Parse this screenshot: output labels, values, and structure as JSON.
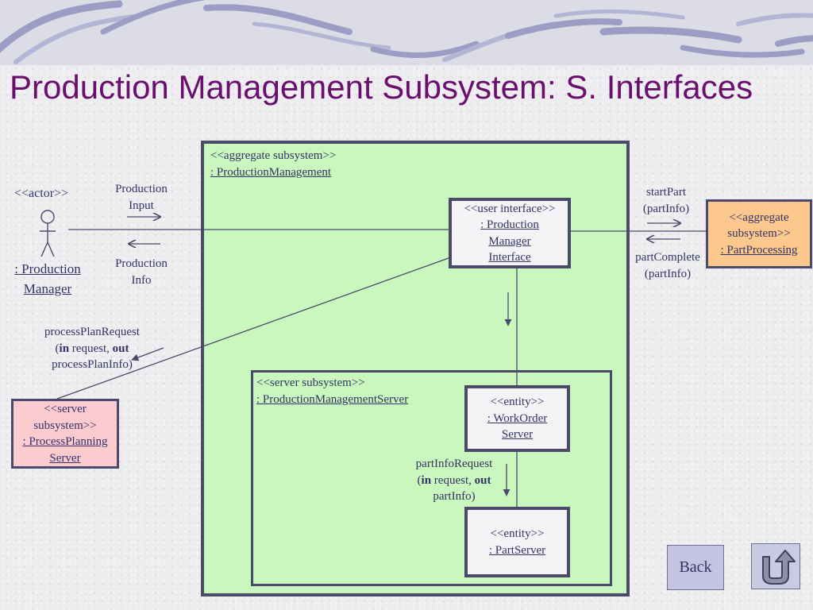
{
  "slide": {
    "title": "Production Management Subsystem: S. Interfaces"
  },
  "actor": {
    "stereotype": "<<actor>>",
    "name_line1": ": Production",
    "name_line2": "Manager"
  },
  "production_input": {
    "line1": "Production",
    "line2": "Input"
  },
  "production_info": {
    "line1": "Production",
    "line2": "Info"
  },
  "aggregate_subsystem": {
    "stereotype": "<<aggregate subsystem>>",
    "name": ": ProductionManagement"
  },
  "user_interface": {
    "stereotype": "<<user interface>>",
    "name_line1": ": Production",
    "name_line2": "Manager",
    "name_line3": "Interface"
  },
  "start_part": {
    "line1": "startPart",
    "line2": "(partInfo)"
  },
  "part_complete": {
    "line1": "partComplete",
    "line2": "(partInfo)"
  },
  "part_processing": {
    "stereotype_line1": "<<aggregate",
    "stereotype_line2": "subsystem>>",
    "name": ": PartProcessing"
  },
  "process_plan_request": {
    "line1": "processPlanRequest",
    "line2_open": "(",
    "line2_in": "in",
    "line2_mid": " request, ",
    "line2_out": "out",
    "line3": "processPlanInfo)"
  },
  "process_planning": {
    "stereotype_line1": "<<server",
    "stereotype_line2": "subsystem>>",
    "name_line1": ": ProcessPlanning",
    "name_line2": "Server"
  },
  "server_subsystem": {
    "stereotype": "<<server subsystem>>",
    "name": ": ProductionManagementServer"
  },
  "work_order": {
    "stereotype": "<<entity>>",
    "name_line1": ": WorkOrder",
    "name_line2": "Server"
  },
  "part_info_request": {
    "line1": "partInfoRequest",
    "line2_open": "(",
    "line2_in": "in",
    "line2_mid": " request, ",
    "line2_out": "out",
    "line3": "partInfo)"
  },
  "part_server": {
    "stereotype": "<<entity>>",
    "name": ": PartServer"
  },
  "nav": {
    "back_label": "Back",
    "home_icon": "u-turn-arrow-icon"
  },
  "colors": {
    "title": "#6b0f6e",
    "text": "#333366",
    "aggregate_fill": "#c9f7be",
    "part_processing_fill": "#fdc88d",
    "process_planning_fill": "#fbcbd0",
    "border": "#4a4a6a"
  }
}
